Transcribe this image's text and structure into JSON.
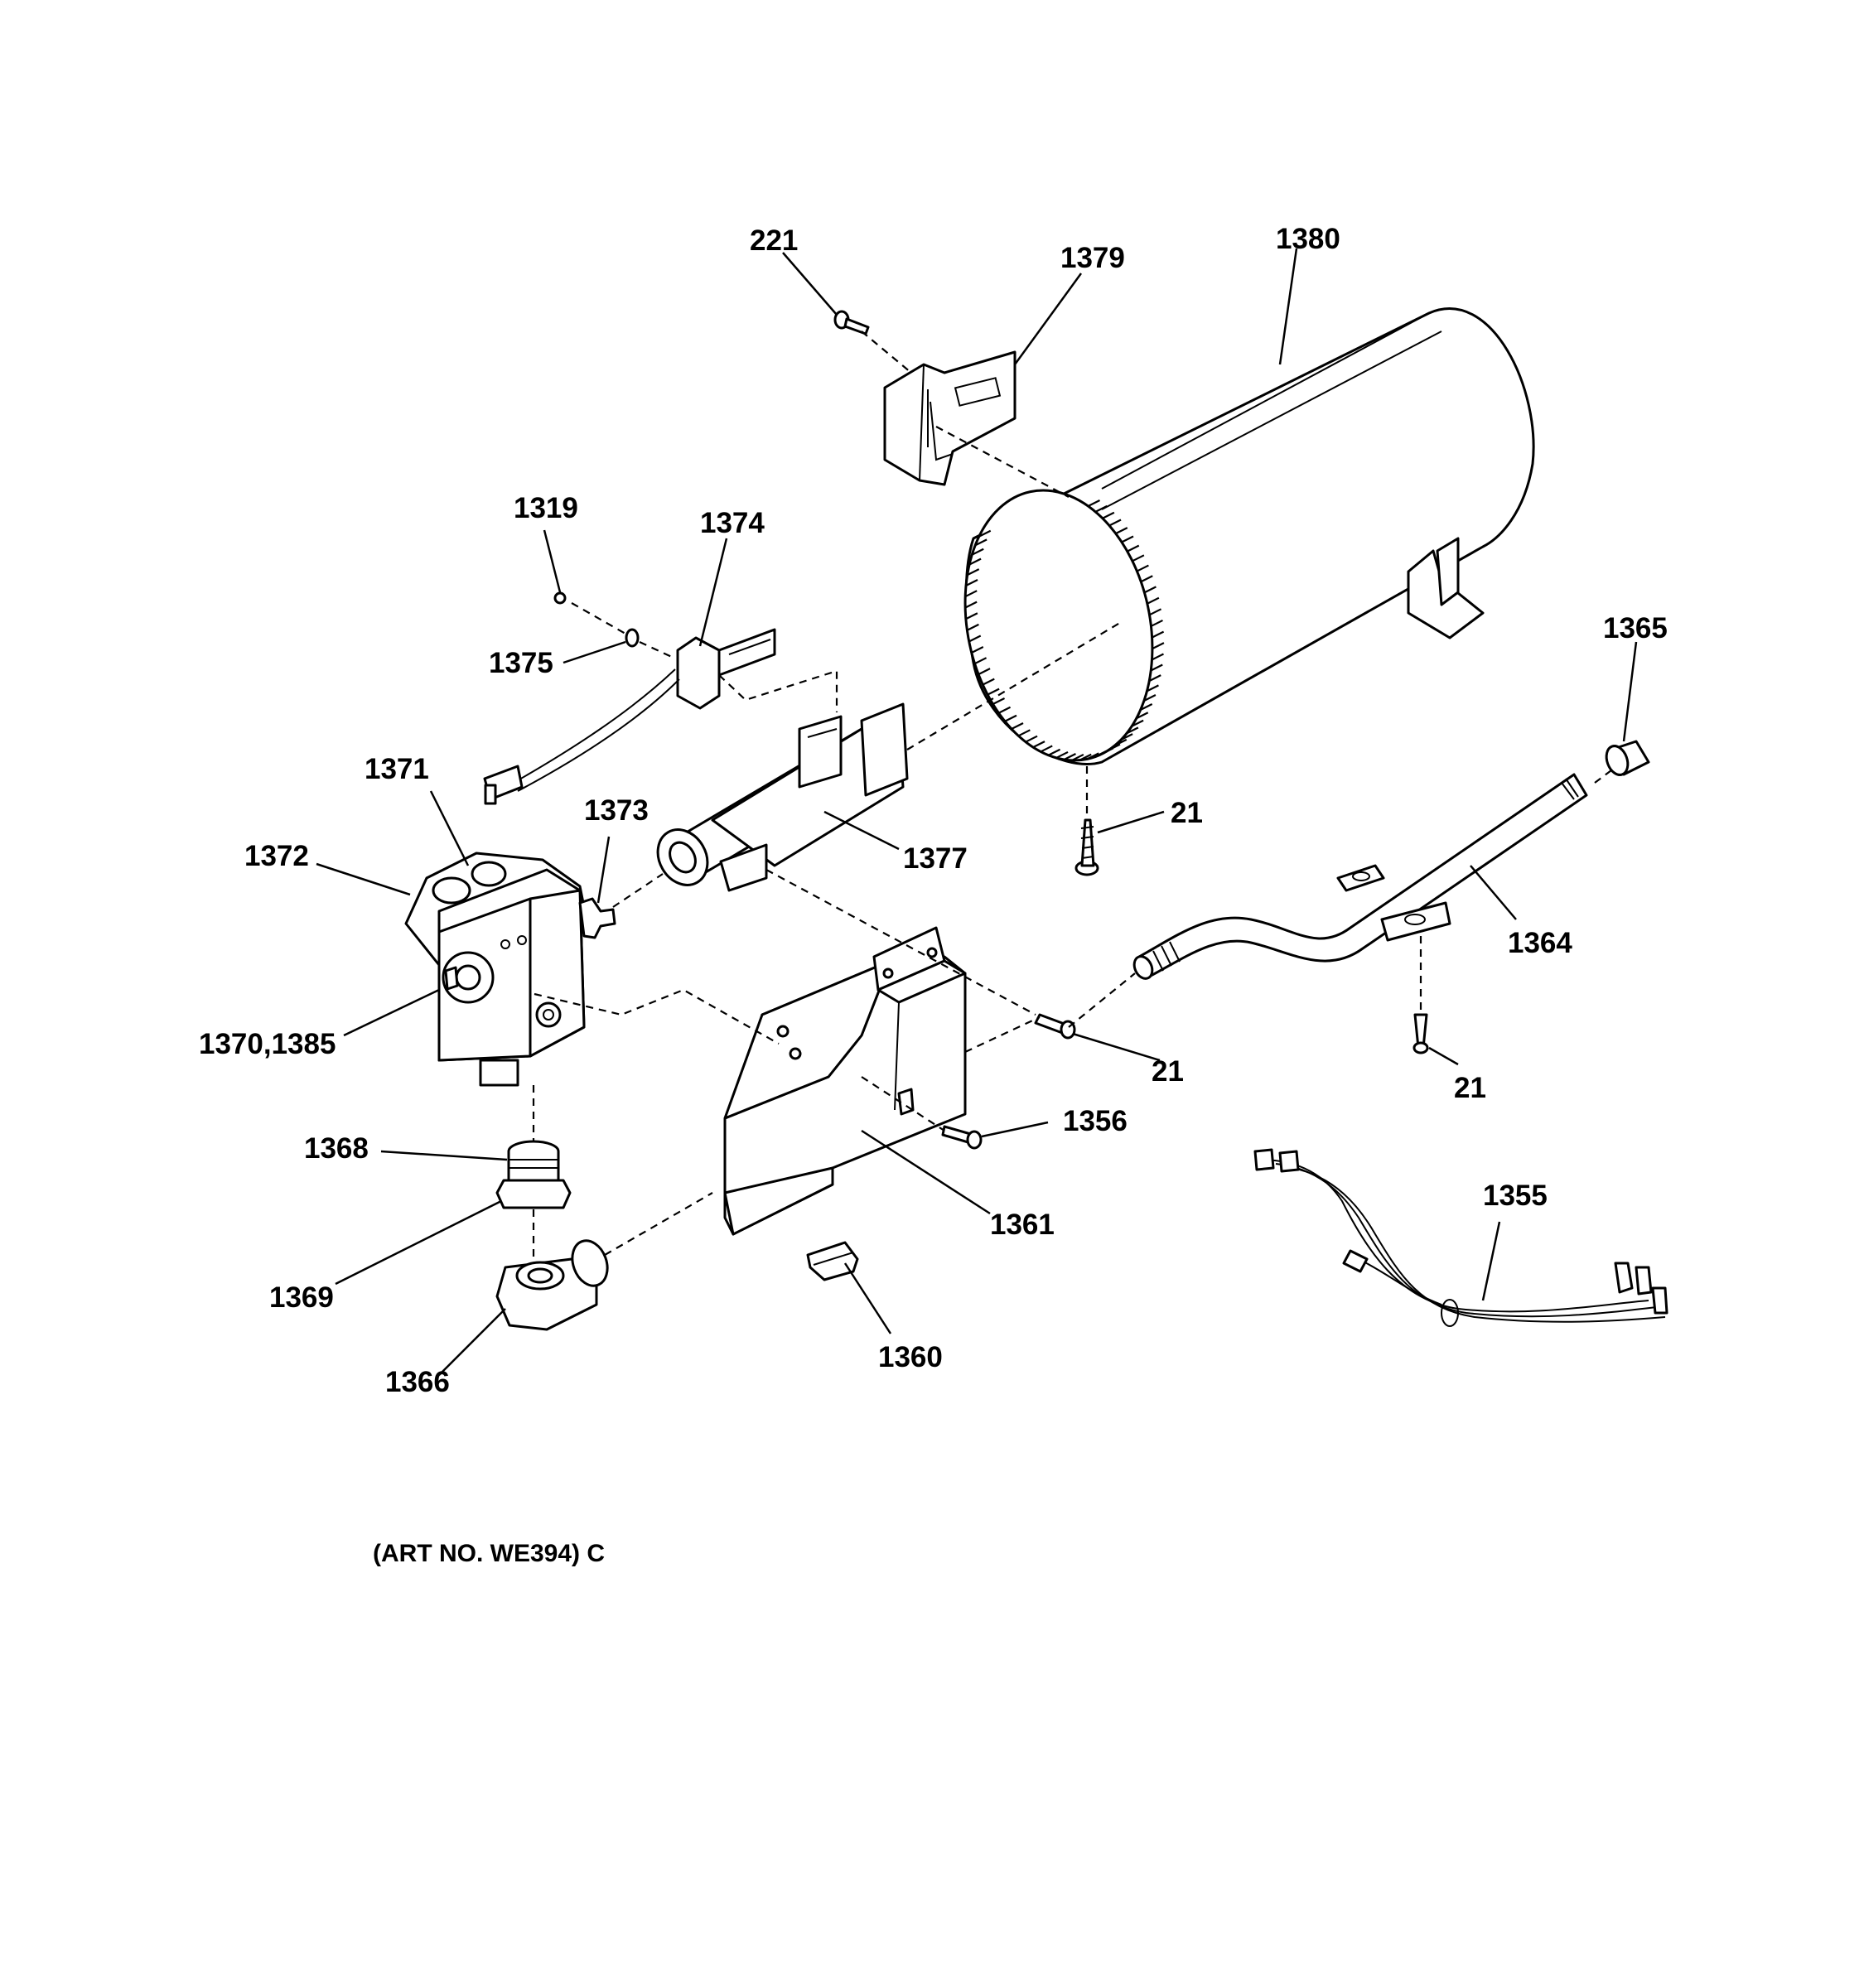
{
  "diagram": {
    "footer": "(ART NO. WE394) C",
    "labels": {
      "p221": "221",
      "p1379": "1379",
      "p1380": "1380",
      "p1319": "1319",
      "p1374": "1374",
      "p1375": "1375",
      "p1365": "1365",
      "p1371": "1371",
      "p1373": "1373",
      "p1372": "1372",
      "p1377": "1377",
      "p21a": "21",
      "p1364": "1364",
      "p1370": "1370,1385",
      "p21b": "21",
      "p21c": "21",
      "p1356": "1356",
      "p1368": "1368",
      "p1355": "1355",
      "p1361": "1361",
      "p1369": "1369",
      "p1360": "1360",
      "p1366": "1366"
    }
  }
}
